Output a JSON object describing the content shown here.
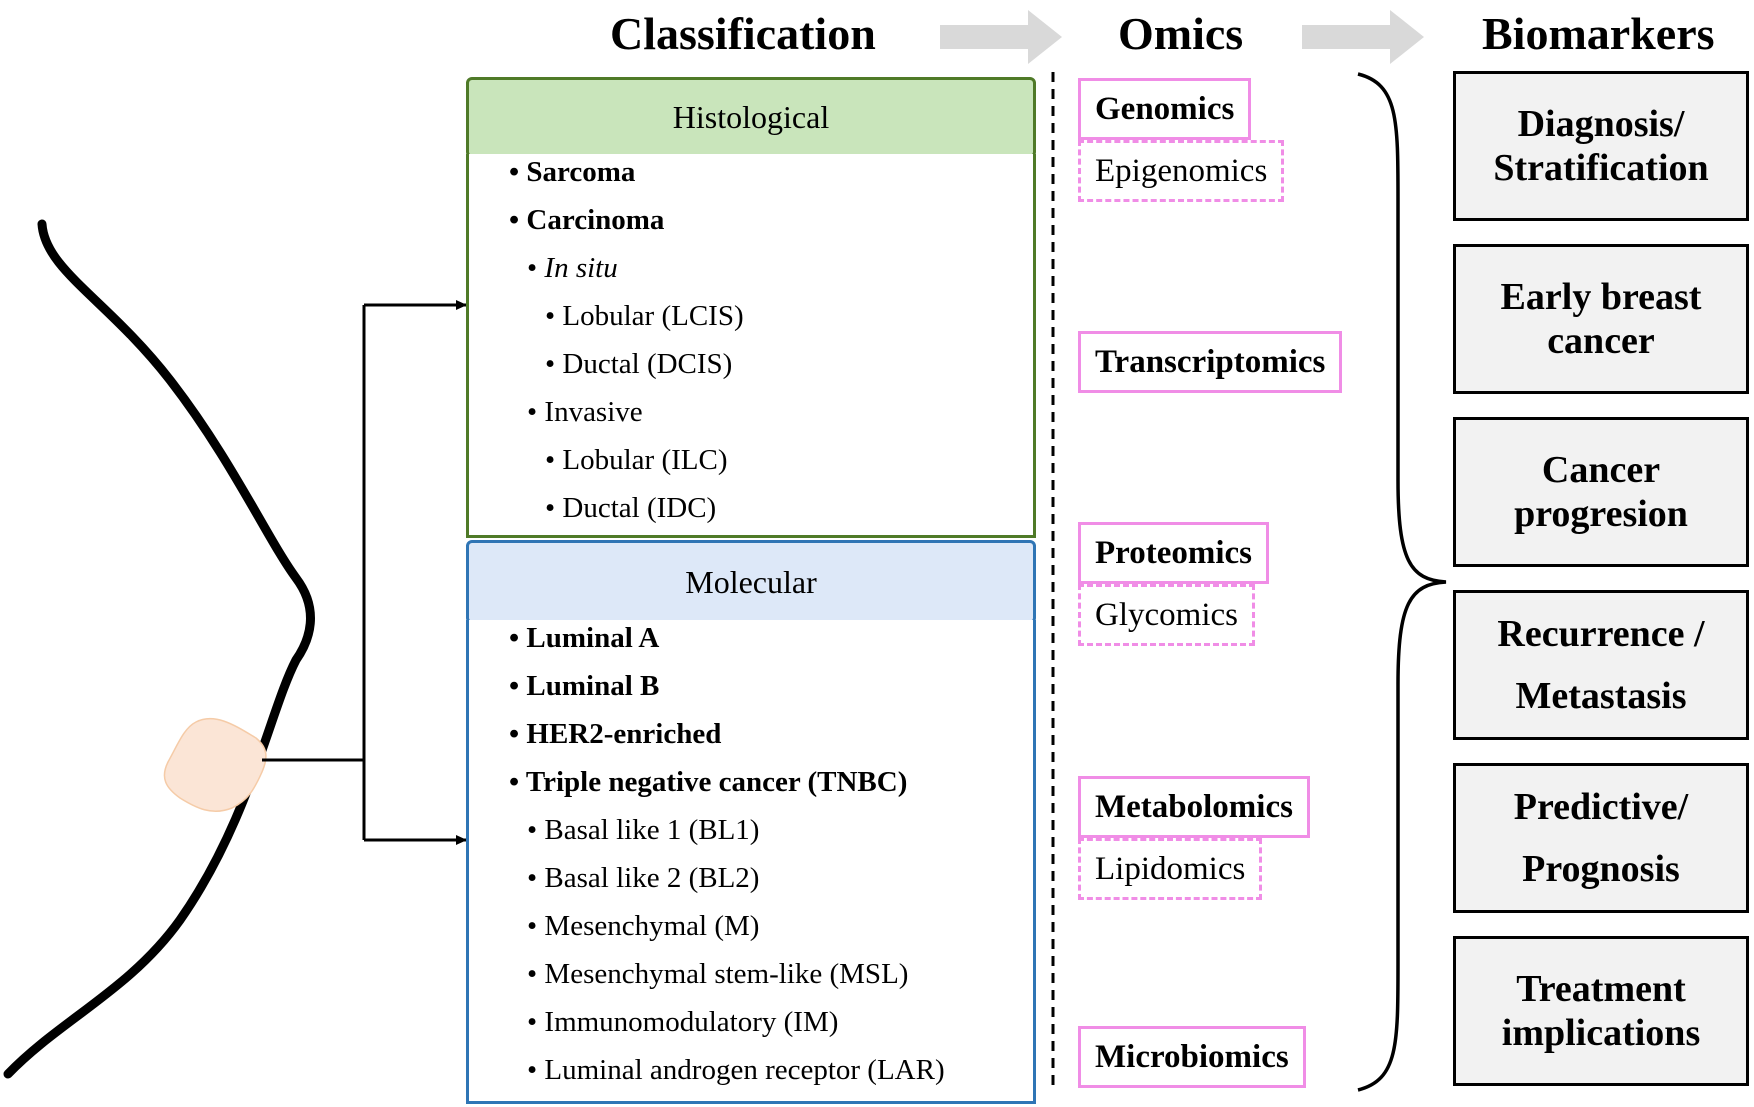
{
  "headers": {
    "classification": "Classification",
    "omics": "Omics",
    "biomarkers": "Biomarkers"
  },
  "colors": {
    "histological_fill": "#c9e5bb",
    "histological_border": "#4f7a28",
    "molecular_fill": "#dde8f8",
    "molecular_border": "#2f75b5",
    "omics_border": "#f08de6",
    "biomarker_fill": "#f2f2f2",
    "arrow_fill": "#d9d9d9",
    "tumor_fill": "#fbe5d6"
  },
  "histological": {
    "title": "Histological",
    "items": [
      {
        "text": "Sarcoma",
        "level": 0,
        "style": "bold"
      },
      {
        "text": "Carcinoma",
        "level": 0,
        "style": "bold"
      },
      {
        "text": "In situ",
        "level": 1,
        "style": "italic"
      },
      {
        "text": "Lobular (LCIS)",
        "level": 2,
        "style": "normal"
      },
      {
        "text": "Ductal (DCIS)",
        "level": 2,
        "style": "normal"
      },
      {
        "text": "Invasive",
        "level": 1,
        "style": "normal"
      },
      {
        "text": "Lobular (ILC)",
        "level": 2,
        "style": "normal"
      },
      {
        "text": "Ductal (IDC)",
        "level": 2,
        "style": "normal"
      }
    ]
  },
  "molecular": {
    "title": "Molecular",
    "items": [
      {
        "text": "Luminal A",
        "level": 0,
        "style": "bold"
      },
      {
        "text": "Luminal B",
        "level": 0,
        "style": "bold"
      },
      {
        "text": "HER2-enriched",
        "level": 0,
        "style": "bold"
      },
      {
        "text": "Triple negative cancer (TNBC)",
        "level": 0,
        "style": "bold"
      },
      {
        "text": "Basal like 1 (BL1)",
        "level": 1,
        "style": "normal"
      },
      {
        "text": "Basal like 2 (BL2)",
        "level": 1,
        "style": "normal"
      },
      {
        "text": "Mesenchymal (M)",
        "level": 1,
        "style": "normal"
      },
      {
        "text": "Mesenchymal stem-like (MSL)",
        "level": 1,
        "style": "normal"
      },
      {
        "text": "Immunomodulatory (IM)",
        "level": 1,
        "style": "normal"
      },
      {
        "text": "Luminal androgen receptor (LAR)",
        "level": 1,
        "style": "normal"
      }
    ]
  },
  "omics": [
    {
      "text": "Genomics",
      "type": "primary"
    },
    {
      "text": "Epigenomics",
      "type": "secondary"
    },
    {
      "text": "Transcriptomics",
      "type": "primary"
    },
    {
      "text": "Proteomics",
      "type": "primary"
    },
    {
      "text": "Glycomics",
      "type": "secondary"
    },
    {
      "text": "Metabolomics",
      "type": "primary"
    },
    {
      "text": "Lipidomics",
      "type": "secondary"
    },
    {
      "text": "Microbiomics",
      "type": "primary"
    }
  ],
  "biomarkers": [
    {
      "line1": "Diagnosis/",
      "line2": "Stratification"
    },
    {
      "line1": "Early breast",
      "line2": "cancer"
    },
    {
      "line1": "Cancer",
      "line2": "progresion"
    },
    {
      "line1": "Recurrence /",
      "line2": "Metastasis"
    },
    {
      "line1": "Predictive/",
      "line2": "Prognosis"
    },
    {
      "line1": "Treatment",
      "line2": "implications"
    }
  ]
}
